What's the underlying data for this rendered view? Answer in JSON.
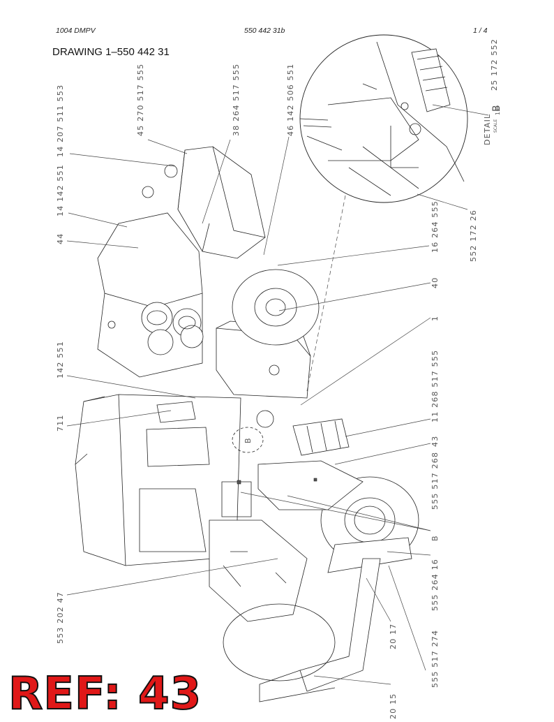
{
  "header": {
    "model": "1004 DMPV",
    "doc_number": "550 442 31b",
    "page": "1 /  4"
  },
  "title": "DRAWING 1–550 442 31",
  "ref_stamp": "REF: 43",
  "callouts": {
    "c1": "14  207 511 553",
    "c2": "45  270 517 555",
    "c3": "38  264 517 555",
    "c4": "46  142 506 551",
    "c5": "14  142 551",
    "c6": "44",
    "c7": "142 551",
    "c8": "711",
    "c9": "553 202 47",
    "c10": "16  264 555",
    "c11": "552  172  26",
    "c12": "40",
    "c13": "1",
    "c14": "11  268 517 555",
    "c15": "43",
    "c16": "555 517 268",
    "c17": "B",
    "c18": "555 264  16",
    "c19": "555 517 274",
    "c20": "20  17",
    "c21": "20  15",
    "c22": "25  172 552"
  },
  "detail": {
    "label": "DETAIL",
    "letter": "B",
    "scale_label": "SCALE",
    "scale_value": "1:6"
  },
  "view_marker": "B"
}
